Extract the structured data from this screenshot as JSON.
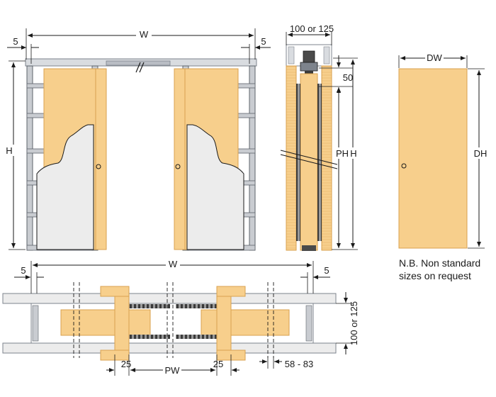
{
  "colors": {
    "wood": "#f7cf8c",
    "wood_edge": "#d8a24f",
    "frame_grey": "#c9ccd1",
    "frame_dark": "#7d838c",
    "cutaway": "#ececec",
    "line": "#1a1a1a"
  },
  "front_view": {
    "width_label": "W",
    "left_gap_label": "5",
    "right_gap_label": "5",
    "height_label": "H"
  },
  "side_section": {
    "depth_label": "100 or 125",
    "top_offset_label": "50",
    "passage_height_label": "PH",
    "height_label": "H"
  },
  "door_leaf": {
    "width_label": "DW",
    "height_label": "DH"
  },
  "plan_view": {
    "width_label": "W",
    "left_gap_label": "5",
    "right_gap_label": "5",
    "depth_label": "100 or 125",
    "jamb_left_label": "25",
    "passage_width_label": "PW",
    "jamb_right_label": "25",
    "wall_thickness_label": "58 - 83"
  },
  "note": {
    "line1": "N.B.  Non standard",
    "line2": "sizes on request"
  }
}
